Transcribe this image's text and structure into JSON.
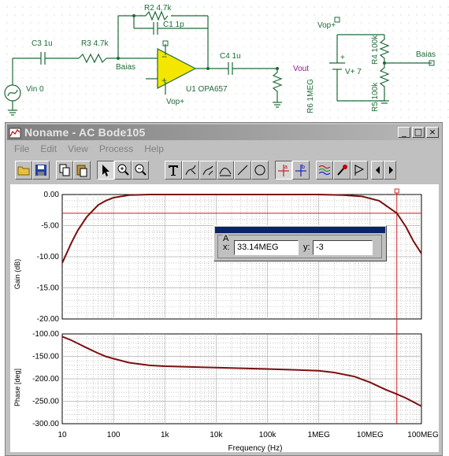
{
  "schematic": {
    "labels": {
      "r2": "R2 4.7k",
      "c1": "C1 1p",
      "c3": "C3 1u",
      "r3": "R3 4.7k",
      "baias_left": "Baias",
      "u1": "U1 OPA657",
      "c4": "C4 1u",
      "vout": "Vout",
      "vin": "Vin 0",
      "vop_bottom": "Vop+",
      "r6": "R6 1MEG",
      "vop_top": "Vop+",
      "v_source": "V+ 7",
      "r4": "R4 100k",
      "r5": "R5 100k",
      "baias_right": "Baias"
    }
  },
  "window": {
    "title": "Noname - AC Bode105",
    "buttons": {
      "minimize": "_",
      "maximize": "□",
      "close": "×"
    },
    "menu": [
      "File",
      "Edit",
      "View",
      "Process",
      "Help"
    ]
  },
  "plot": {
    "gain_ylabel": "Gain (dB)",
    "phase_ylabel": "Phase [deg]",
    "xlabel": "Frequency (Hz)"
  },
  "cursor": {
    "group": "A",
    "x_label": "x:",
    "x_value": "33.14MEG",
    "y_label": "y:",
    "y_value": "-3"
  },
  "colors": {
    "trace": "#7a1010",
    "cursor": "#d02020",
    "grid": "#b0b0b0"
  },
  "chart_data": [
    {
      "type": "line",
      "title": "",
      "xlabel": "Frequency (Hz)",
      "ylabel": "Gain (dB)",
      "x_scale": "log",
      "xlim": [
        10,
        100000000
      ],
      "ylim": [
        -20,
        0
      ],
      "x_ticks": [
        "10",
        "100",
        "1k",
        "10k",
        "100k",
        "1MEG",
        "10MEG",
        "100MEG"
      ],
      "y_ticks": [
        "0.00",
        "-5.00",
        "-10.00",
        "-15.00",
        "-20.00"
      ],
      "grid": true,
      "series": [
        {
          "x": [
            10,
            15,
            20,
            30,
            50,
            70,
            100,
            200,
            500,
            1000,
            10000,
            100000,
            1000000,
            3000000,
            7000000,
            15000000,
            33140000,
            50000000,
            70000000,
            100000000
          ],
          "y": [
            -11.0,
            -7.8,
            -5.8,
            -3.6,
            -1.7,
            -1.0,
            -0.5,
            -0.1,
            0,
            0,
            0,
            0,
            0,
            -0.1,
            -0.3,
            -1.0,
            -3.0,
            -5.2,
            -7.5,
            -9.5
          ]
        }
      ],
      "cursor": {
        "x": 33140000,
        "y": -3
      }
    },
    {
      "type": "line",
      "title": "",
      "xlabel": "Frequency (Hz)",
      "ylabel": "Phase [deg]",
      "x_scale": "log",
      "xlim": [
        10,
        100000000
      ],
      "ylim": [
        -300,
        -100
      ],
      "x_ticks": [
        "10",
        "100",
        "1k",
        "10k",
        "100k",
        "1MEG",
        "10MEG",
        "100MEG"
      ],
      "y_ticks": [
        "-100.00",
        "-150.00",
        "-200.00",
        "-250.00",
        "-300.00"
      ],
      "grid": true,
      "series": [
        {
          "x": [
            10,
            15,
            20,
            30,
            50,
            70,
            100,
            200,
            500,
            1000,
            10000,
            100000,
            1000000,
            2000000,
            5000000,
            10000000,
            20000000,
            33140000,
            50000000,
            100000000
          ],
          "y": [
            -106,
            -114,
            -121,
            -131,
            -143,
            -150,
            -155,
            -164,
            -170,
            -172,
            -175,
            -178,
            -182,
            -186,
            -195,
            -208,
            -224,
            -234,
            -243,
            -261
          ]
        }
      ]
    }
  ]
}
